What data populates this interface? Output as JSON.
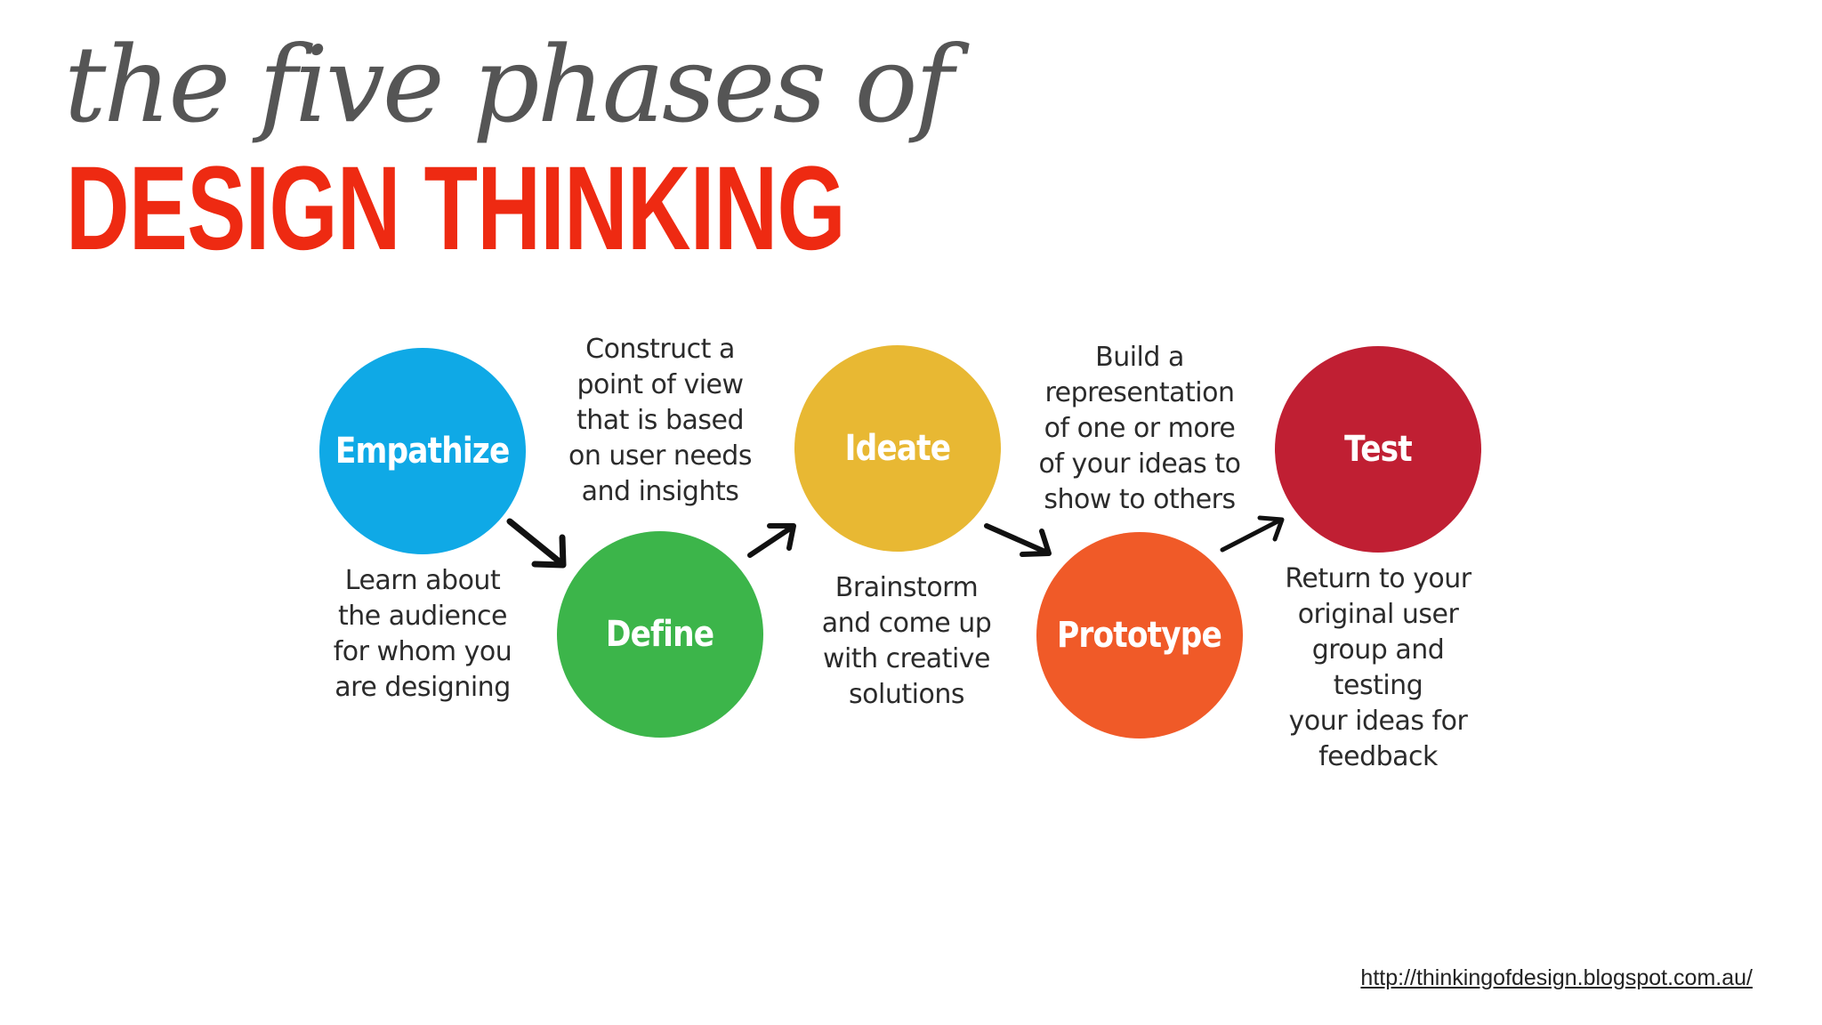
{
  "title": {
    "line1": "the five phases of",
    "line2": "DESIGN THINKING"
  },
  "phases": [
    {
      "label": "Empathize",
      "color": "#0fa9e6",
      "description": "Learn about\nthe audience\nfor whom you\nare designing"
    },
    {
      "label": "Define",
      "color": "#3cb54a",
      "description": "Construct a\npoint of view\nthat is based\non user needs\nand insights"
    },
    {
      "label": "Ideate",
      "color": "#e8b833",
      "description": "Brainstorm\nand come up\nwith creative\nsolutions"
    },
    {
      "label": "Prototype",
      "color": "#f05a28",
      "description": "Build a\nrepresentation\nof one or more\nof your ideas to\nshow to others"
    },
    {
      "label": "Test",
      "color": "#c01f33",
      "description": "Return to your\noriginal user\ngroup and testing\nyour ideas for\nfeedback"
    }
  ],
  "arrow_icon": "arrow-right-icon",
  "source_url": "http://thinkingofdesign.blogspot.com.au/"
}
